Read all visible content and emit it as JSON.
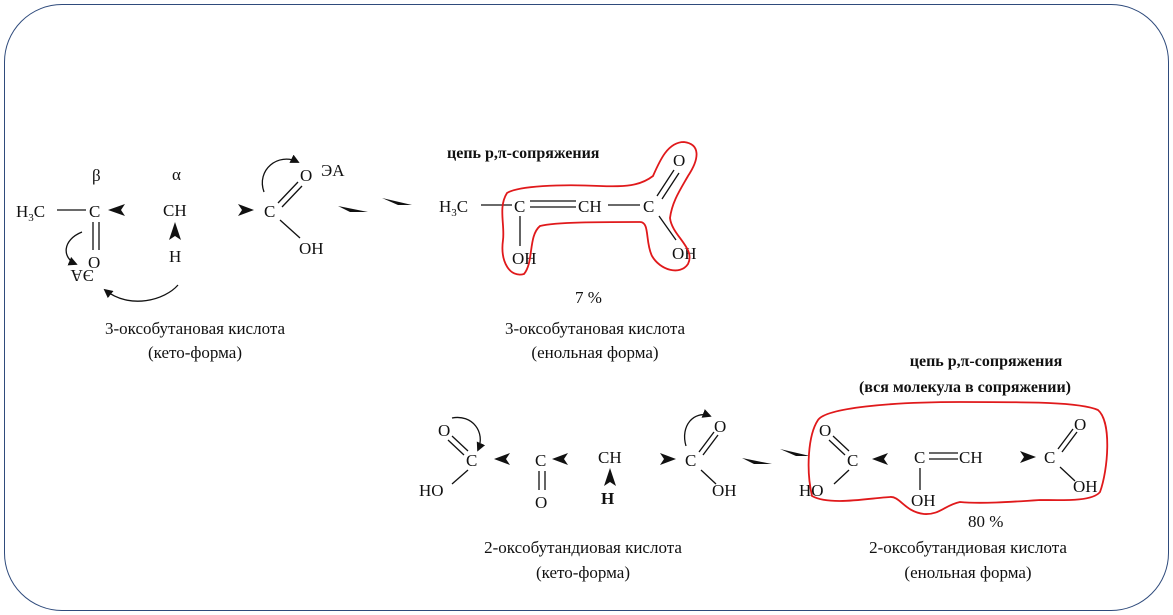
{
  "colors": {
    "frame": "#2f4b7c",
    "highlight": "#e0191b",
    "ink": "#111111"
  },
  "atoms": {
    "ch3": "H",
    "sub3": "3",
    "c": "C",
    "o": "O",
    "oh": "OH",
    "ho": "HO",
    "ch": "CH",
    "h": "H",
    "ea": "ЭА",
    "ea_flipped": "ЭА",
    "c_eq_ch": "C",
    "alpha": "α",
    "beta": "β"
  },
  "top": {
    "keto_name": "3-оксобутановая кислота",
    "keto_form": "(кето-форма)",
    "enol_name": "3-оксобутановая кислота",
    "enol_form": "(енольная форма)",
    "conj_label": "цепь p,π-сопряжения",
    "percent": "7 %"
  },
  "bottom": {
    "keto_name": "2-оксобутандиовая кислота",
    "keto_form": "(кето-форма)",
    "enol_name": "2-оксобутандиовая кислота",
    "enol_form": "(енольная форма)",
    "conj_label": "цепь p,π-сопряжения",
    "conj_note": "(вся молекула в сопряжении)",
    "percent": "80 %"
  }
}
